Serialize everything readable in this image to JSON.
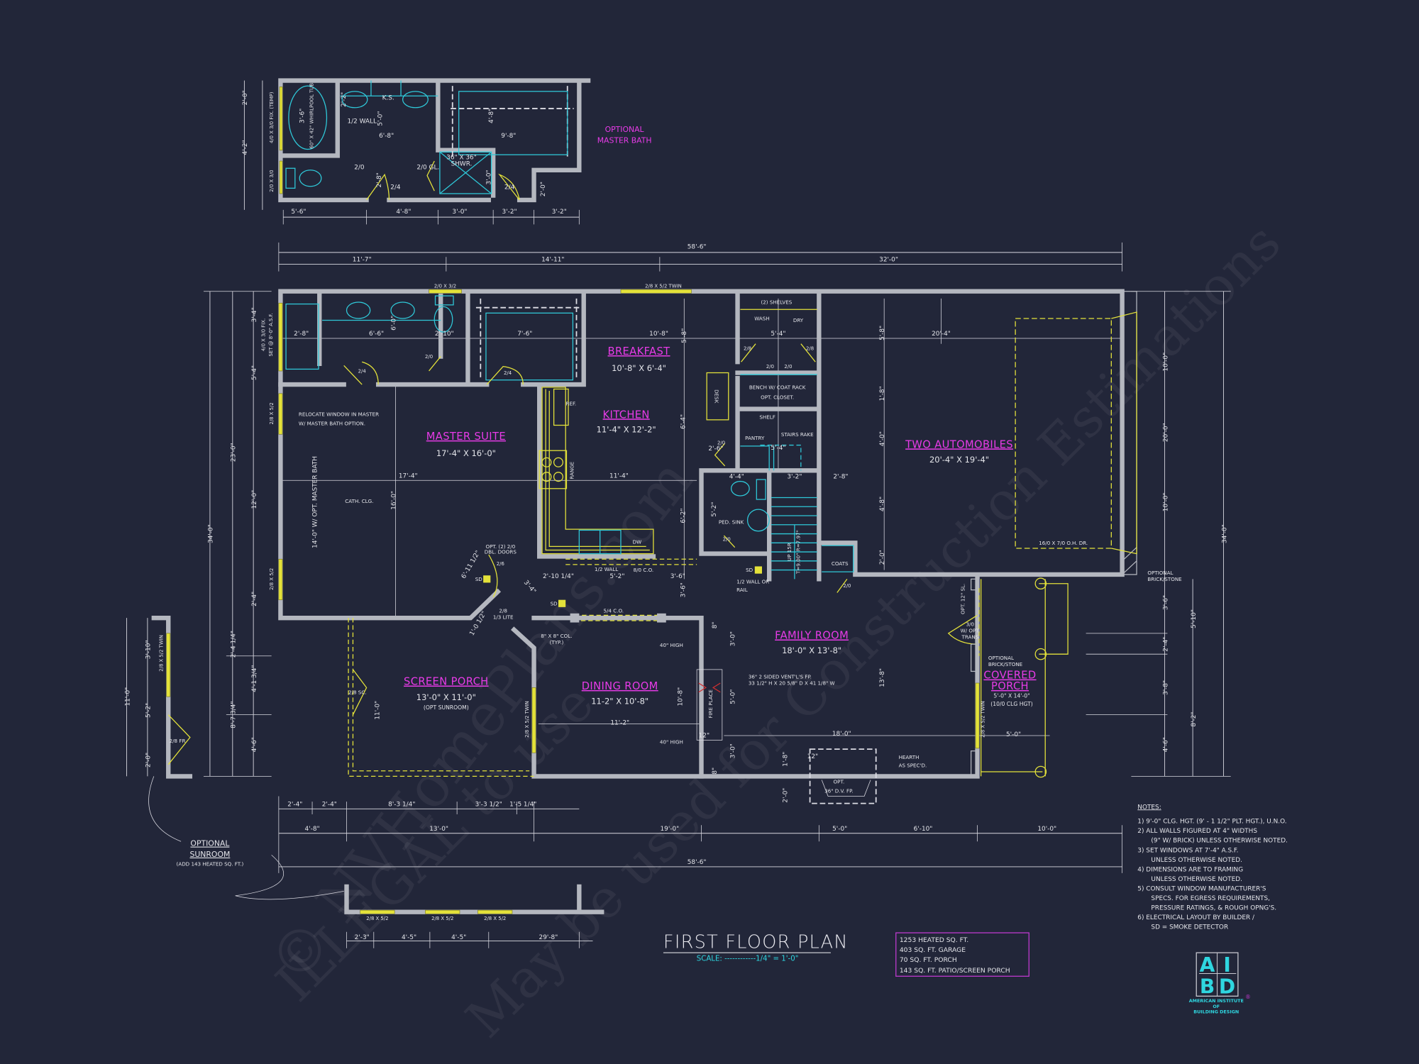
{
  "title": "FIRST FLOOR PLAN",
  "scale": "SCALE: ------------1/4\" = 1'-0\"",
  "areas": [
    "1253 HEATED SQ. FT.",
    "403 SQ. FT. GARAGE",
    "70 SQ. FT. PORCH",
    "143 SQ. FT. PATIO/SCREEN PORCH"
  ],
  "notes": {
    "heading": "NOTES:",
    "lines": [
      "1) 9'-0\"  CLG. HGT. (9' - 1 1/2\" PLT. HGT.), U.N.O.",
      "2)  ALL  WALLS FIGURED AT 4\" WIDTHS",
      "(9\" W/ BRICK) UNLESS OTHERWISE NOTED.",
      "3)  SET WINDOWS AT 7'-4\" A.S.F.",
      "UNLESS OTHERWISE NOTED.",
      "4)  DIMENSIONS ARE TO FRAMING",
      "UNLESS OTHERWISE NOTED.",
      "5)  CONSULT WINDOW MANUFACTURER'S",
      "SPECS. FOR EGRESS REQUIREMENTS,",
      "PRESSURE RATINGS, & ROUGH OPNG'S.",
      "6)  ELECTRICAL LAYOUT BY BUILDER /",
      "SD = SMOKE DETECTOR"
    ]
  },
  "logo": {
    "letters": [
      "A",
      "I",
      "B",
      "D"
    ],
    "registered": "®",
    "name": [
      "AMERICAN INSTITUTE",
      "OF",
      "BUILDING DESIGN"
    ]
  },
  "watermark": [
    "© NVHomePlans.com",
    "ILLEGAL to use",
    "May be used for Construction Estimations"
  ],
  "colors": {
    "background": "#222639",
    "walls": "#b4b7bf",
    "room_labels": "#e83be8",
    "doors_cabinets": "#e4e23a",
    "fixtures": "#2fc8d8",
    "text": "#e4e5ea"
  },
  "optional_master_bath": {
    "title": [
      "OPTIONAL",
      "MASTER BATH"
    ],
    "labels": [
      "60\" X 42\" WHIRLPOOL TUB",
      "3'-6\"",
      "2'-2\"",
      "K.S.",
      "1/2 WALL",
      "5'-0\"",
      "6'-8\"",
      "4'-8\"",
      "9'-8\"",
      "2/0",
      "2'-8\"",
      "2/0 GL.",
      "36\" X 36\"",
      "SHWR.",
      "3'-0\"",
      "2/4",
      "2/4",
      "2'-0\""
    ],
    "dims": [
      "2'-0\"",
      "4'-2\"",
      "4/0 X 3/0 FIX. (TEMP)",
      "2/0 X 3/0",
      "5'-6\"",
      "4'-8\"",
      "3'-0\"",
      "3'-2\"",
      "3'-2\""
    ]
  },
  "rooms": [
    {
      "name": "MASTER SUITE",
      "size": "17'-4\" X 16'-0\""
    },
    {
      "name": "BREAKFAST",
      "size": "10'-8\" X 6'-4\""
    },
    {
      "name": "KITCHEN",
      "size": "11'-4\" X 12'-2\""
    },
    {
      "name": "TWO AUTOMOBILES",
      "size": "20'-4\" X 19'-4\""
    },
    {
      "name": "FAMILY ROOM",
      "size": "18'-0\" X 13'-8\""
    },
    {
      "name": "DINING ROOM",
      "size": "11-2\" X 10'-8\""
    },
    {
      "name": "SCREEN PORCH",
      "size": "13'-0\" X 11'-0\"",
      "note": "(OPT SUNROOM)"
    },
    {
      "name_lines": [
        "COVERED",
        "PORCH"
      ],
      "size": "5'-0\" X 14'-0\"",
      "note": "(10/0 CLG HGT)"
    }
  ],
  "callouts": [
    "RELOCATE WINDOW IN MASTER",
    "W/ MASTER BATH OPTION.",
    "CATH. CLG.",
    "14'-0\" W/ OPT. MASTER BATH",
    "REF.",
    "RANGE",
    "DW",
    "1/2 WALL",
    "8/0 C.O.",
    "OPT. (2) 2/0",
    "DBL. DOORS",
    "(2) SHELVES",
    "WASH",
    "DRY",
    "BENCH W/ COAT RACK",
    "OPT. CLOSET.",
    "SHELF",
    "PANTRY",
    "STAIRS RAKE",
    "DESK",
    "PED. SINK",
    "COATS",
    "UP 15R",
    "T=9.00\" R=7.97\"",
    "1/2 WALL OR",
    "RAIL",
    "SD",
    "SD",
    "SD",
    "16/0 X 7/0 O.H. DR.",
    "OPTIONAL",
    "BRICK/STONE",
    "OPT. 12\" SL.",
    "3/0",
    "W/ OPT.",
    "TRANS",
    "OPTIONAL",
    "BRICK/STONE",
    "36\" 2 SIDED VENT'L'S FP.",
    "33 1/2\" H X 20 5/8\" D X 41 1/8\" W",
    "FIRE PLACE",
    "40\" HIGH",
    "40\" HIGH",
    "8\" X 8\" COL.",
    "(TYP.)",
    "5/4 C.O.",
    "2/8",
    "1/3 LITE",
    "HEARTH",
    "AS SPEC'D.",
    "OPT.",
    "36\" D.V. FP.",
    "2/8 SC.",
    "2/8 FR",
    "OPTIONAL",
    "SUNROOM",
    "(ADD 143 HEATED SQ. FT.)"
  ],
  "openings": [
    "2/0 X 3/2",
    "2/8 X 5/2 TWIN",
    "4/0 X 3/0 FIX.",
    "SET @ 8'-0\" A.S.F.",
    "2/8 X 5/2",
    "2/8 X 5/2",
    "2/8 X 5/2 TWIN",
    "2/8 X 5/2 TWIN",
    "2/8 X 5/2 TWIN",
    "2/8 X 5/2",
    "2/8 X 5/2",
    "2/8 X 5/2",
    "2/4",
    "2/0",
    "2/4",
    "2/8",
    "2/8",
    "2/0",
    "2/0",
    "2/0",
    "2/0",
    "2/0",
    "2/6"
  ],
  "dims": [
    "58'-6\"",
    "11'-7\"",
    "14'-11\"",
    "32'-0\"",
    "2'-8\"",
    "6'-6\"",
    "6'-0\"",
    "2'-10\"",
    "7'-6\"",
    "10'-8\"",
    "5'-8\"",
    "6'-4\"",
    "11'-4\"",
    "17'-4\"",
    "16'-0\"",
    "6'-2\"",
    "5'-4\"",
    "5'-4\"",
    "2'-6\"",
    "4'-4\"",
    "3'-2\"",
    "2'-8\"",
    "5'-2\"",
    "20'-4\"",
    "5'-8\"",
    "1'-8\"",
    "4'-0\"",
    "4'-8\"",
    "2'-0\"",
    "2'-10 1/4\"",
    "5'-2\"",
    "3'-6\"",
    "3'-6\"",
    "6'-11 1/2\"",
    "3'-4\"",
    "1'-0 1/2\"",
    "10'-8\"",
    "11'-2\"",
    "18'-0\"",
    "5'-0\"",
    "13'-8\"",
    "3'-0\"",
    "5'-0\"",
    "3'-0\"",
    "8\"",
    "8\"",
    "12\"",
    "12\"",
    "1'-8\"",
    "2'-0\"",
    "11'-0\"",
    "10'-0\"",
    "20'-0\"",
    "10'-0\"",
    "3'-6\"",
    "2'-4\"",
    "3'-8\"",
    "4'-6\"",
    "34'-0\"",
    "5'-10\"",
    "8'-2\"",
    "34'-0\"",
    "23'-0\"",
    "2'-4 1/4\"",
    "8'-7 3/4\"",
    "3'-4\"",
    "5'-4\"",
    "12'-0\"",
    "2'-4\"",
    "4'-1 3/4\"",
    "4'-6\"",
    "11'-0\"",
    "3'-10\"",
    "5'-2\"",
    "2'-0\"",
    "2'-4\"",
    "2'-4\"",
    "8'-3 1/4\"",
    "3'-3 1/2\"",
    "1'-5 1/4\"",
    "4'-8\"",
    "13'-0\"",
    "19'-0\"",
    "5'-0\"",
    "6'-10\"",
    "10'-0\"",
    "58'-6\"",
    "2'-3\"",
    "4'-5\"",
    "4'-5\"",
    "29'-8\""
  ]
}
